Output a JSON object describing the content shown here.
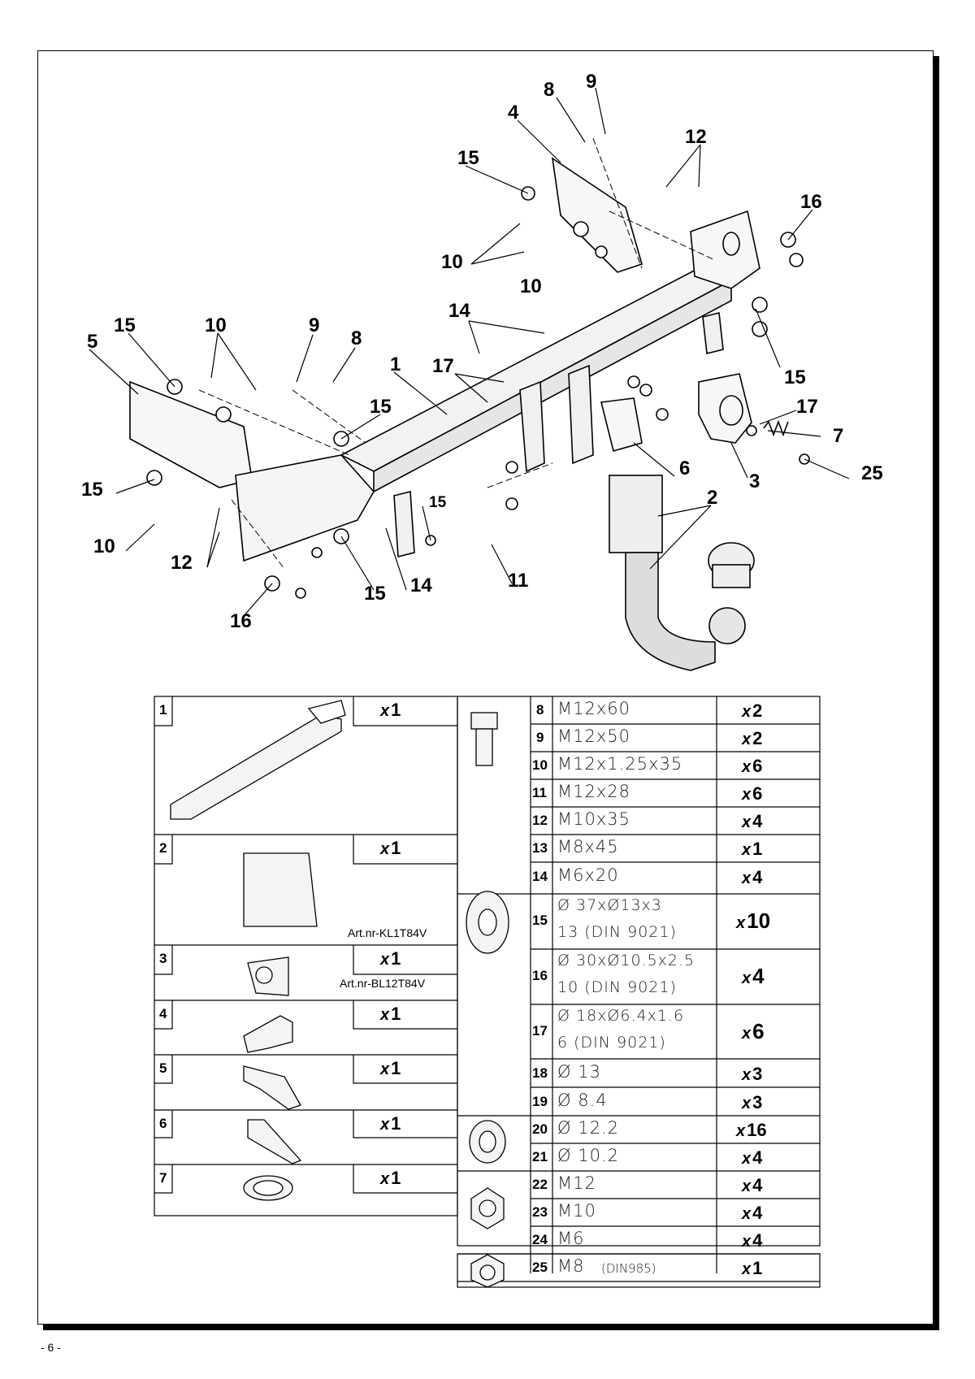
{
  "page_number": "- 6 -",
  "callouts": [
    "1",
    "2",
    "3",
    "4",
    "5",
    "6",
    "7",
    "8",
    "9",
    "10",
    "11",
    "12",
    "14",
    "15",
    "16",
    "17",
    "25"
  ],
  "parts_left": [
    {
      "num": "1",
      "qty_prefix": "x",
      "qty": "1",
      "artnr": ""
    },
    {
      "num": "2",
      "qty_prefix": "x",
      "qty": "1",
      "artnr": "Art.nr-KL1T84V"
    },
    {
      "num": "3",
      "qty_prefix": "x",
      "qty": "1",
      "artnr": "Art.nr-BL12T84V"
    },
    {
      "num": "4",
      "qty_prefix": "x",
      "qty": "1",
      "artnr": ""
    },
    {
      "num": "5",
      "qty_prefix": "x",
      "qty": "1",
      "artnr": ""
    },
    {
      "num": "6",
      "qty_prefix": "x",
      "qty": "1",
      "artnr": ""
    },
    {
      "num": "7",
      "qty_prefix": "x",
      "qty": "1",
      "artnr": ""
    }
  ],
  "parts_right": [
    {
      "num": "8",
      "spec": "M12x60",
      "spec2": "",
      "qty_prefix": "x",
      "qty": "2"
    },
    {
      "num": "9",
      "spec": "M12x50",
      "spec2": "",
      "qty_prefix": "x",
      "qty": "2"
    },
    {
      "num": "10",
      "spec": "M12x1.25x35",
      "spec2": "",
      "qty_prefix": "x",
      "qty": "6"
    },
    {
      "num": "11",
      "spec": "M12x28",
      "spec2": "",
      "qty_prefix": "x",
      "qty": "6"
    },
    {
      "num": "12",
      "spec": "M10x35",
      "spec2": "",
      "qty_prefix": "x",
      "qty": "4"
    },
    {
      "num": "13",
      "spec": "M8x45",
      "spec2": "",
      "qty_prefix": "x",
      "qty": "1"
    },
    {
      "num": "14",
      "spec": "M6x20",
      "spec2": "",
      "qty_prefix": "x",
      "qty": "4"
    },
    {
      "num": "15",
      "spec": "Ø 37xØ13x3",
      "spec2": "13   (DIN 9021)",
      "qty_prefix": "x",
      "qty": "10"
    },
    {
      "num": "16",
      "spec": "Ø 30xØ10.5x2.5",
      "spec2": "10   (DIN 9021)",
      "qty_prefix": "x",
      "qty": "4"
    },
    {
      "num": "17",
      "spec": "Ø 18xØ6.4x1.6",
      "spec2": "6    (DIN 9021)",
      "qty_prefix": "x",
      "qty": "6"
    },
    {
      "num": "18",
      "spec": "Ø 13",
      "spec2": "",
      "qty_prefix": "x",
      "qty": "3"
    },
    {
      "num": "19",
      "spec": "Ø 8.4",
      "spec2": "",
      "qty_prefix": "x",
      "qty": "3"
    },
    {
      "num": "20",
      "spec": "Ø 12.2",
      "spec2": "",
      "qty_prefix": "x",
      "qty": "16"
    },
    {
      "num": "21",
      "spec": "Ø 10.2",
      "spec2": "",
      "qty_prefix": "x",
      "qty": "4"
    },
    {
      "num": "22",
      "spec": "M12",
      "spec2": "",
      "qty_prefix": "x",
      "qty": "4"
    },
    {
      "num": "23",
      "spec": "M10",
      "spec2": "",
      "qty_prefix": "x",
      "qty": "4"
    },
    {
      "num": "24",
      "spec": "M6",
      "spec2": "",
      "qty_prefix": "x",
      "qty": "4"
    },
    {
      "num": "25",
      "spec": "M8",
      "spec2": "(DIN985)",
      "qty_prefix": "x",
      "qty": "1"
    }
  ]
}
